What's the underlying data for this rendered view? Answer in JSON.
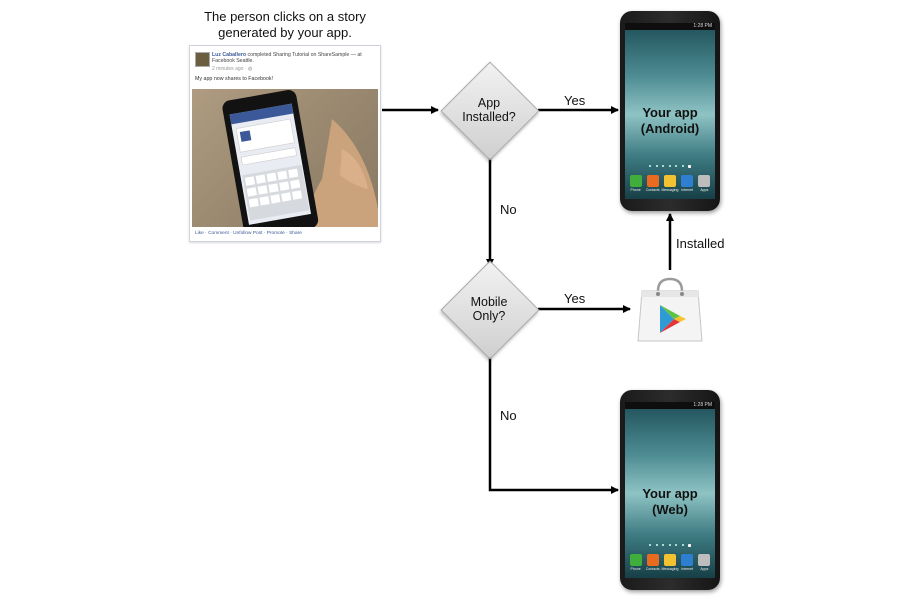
{
  "caption": "The person clicks on a story\ngenerated by your app.",
  "story": {
    "author": "Luz Caballero",
    "header_rest": "completed Sharing Tutorial on ShareSample — at Facebook Seattle.",
    "time": "2 minutes ago · ",
    "post_text": "My app now shares to Facebook!",
    "actions": "Like · Comment · Unfollow Post · Promote · Share"
  },
  "decisions": {
    "installed": "App\nInstalled?",
    "mobile_only": "Mobile\nOnly?"
  },
  "edges": {
    "yes_top": "Yes",
    "no_top": "No",
    "installed": "Installed",
    "yes_mid": "Yes",
    "no_bottom": "No"
  },
  "phones": {
    "android": {
      "label": "Your app\n(Android)",
      "status": "1:28 PM"
    },
    "web": {
      "label": "Your app\n(Web)",
      "status": "1:28 PM"
    }
  },
  "dock_icons": [
    {
      "name": "phone-icon",
      "label": "Phone",
      "color": "#3fae3a"
    },
    {
      "name": "contacts-icon",
      "label": "Contacts",
      "color": "#e86b1f"
    },
    {
      "name": "messaging-icon",
      "label": "Messaging",
      "color": "#f2c230"
    },
    {
      "name": "internet-icon",
      "label": "Internet",
      "color": "#2f7fd1"
    },
    {
      "name": "apps-icon",
      "label": "Apps",
      "color": "#bdbdbd"
    }
  ],
  "colors": {
    "arrow": "#000000",
    "diamond": "#d9d9d9",
    "fb_link": "#3b5998"
  }
}
